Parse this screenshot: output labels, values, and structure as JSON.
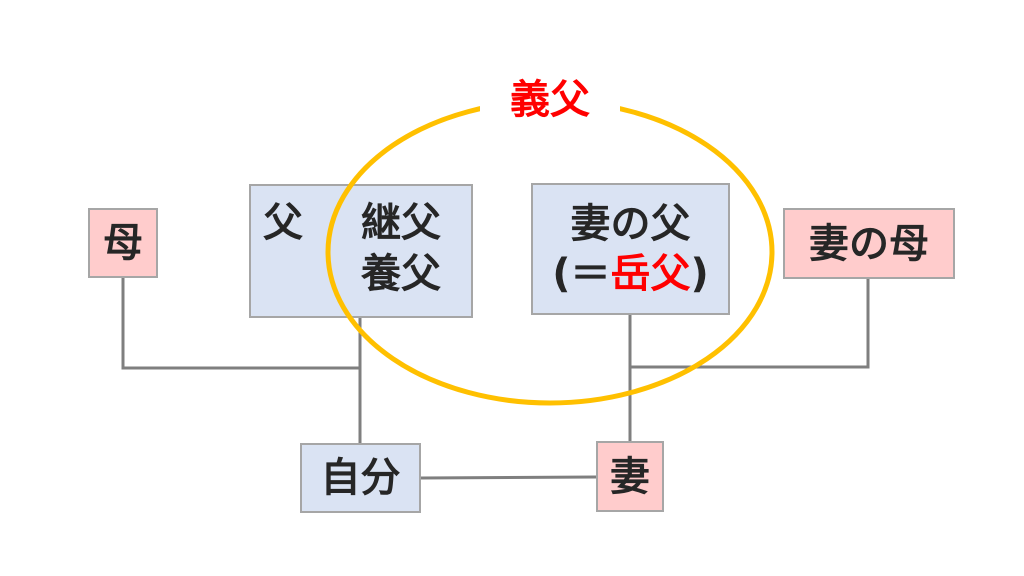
{
  "diagram": {
    "type": "family-relationship",
    "highlight_label": "義父",
    "highlight_color": "#ff0000",
    "ellipse_color": "#ffc000",
    "connector_color": "#7f7f7f",
    "colors": {
      "male_box_fill": "#dae3f3",
      "female_box_fill": "#ffcccc",
      "box_border": "#a6a6a6",
      "text": "#262626",
      "emphasis_text": "#ff0000"
    },
    "nodes": {
      "mother": {
        "label": "母",
        "fill": "pink"
      },
      "father": {
        "label": "父",
        "alt_lines": [
          "継父",
          "養父"
        ],
        "fill": "blue"
      },
      "wife_father": {
        "line1": "妻の父",
        "line2_open": "(＝",
        "line2_emphasis": "岳父",
        "line2_close": ")",
        "fill": "blue"
      },
      "wife_mother": {
        "label": "妻の母",
        "fill": "pink"
      },
      "self": {
        "label": "自分",
        "fill": "blue"
      },
      "wife": {
        "label": "妻",
        "fill": "pink"
      }
    },
    "edges": [
      {
        "from": "mother",
        "to": "self",
        "kind": "parent"
      },
      {
        "from": "father",
        "to": "self",
        "kind": "parent"
      },
      {
        "from": "wife_father",
        "to": "wife",
        "kind": "parent"
      },
      {
        "from": "wife_mother",
        "to": "wife",
        "kind": "parent"
      },
      {
        "from": "self",
        "to": "wife",
        "kind": "marriage"
      }
    ],
    "ellipse_encloses": [
      "継父",
      "養父",
      "妻の父(＝岳父)"
    ]
  }
}
